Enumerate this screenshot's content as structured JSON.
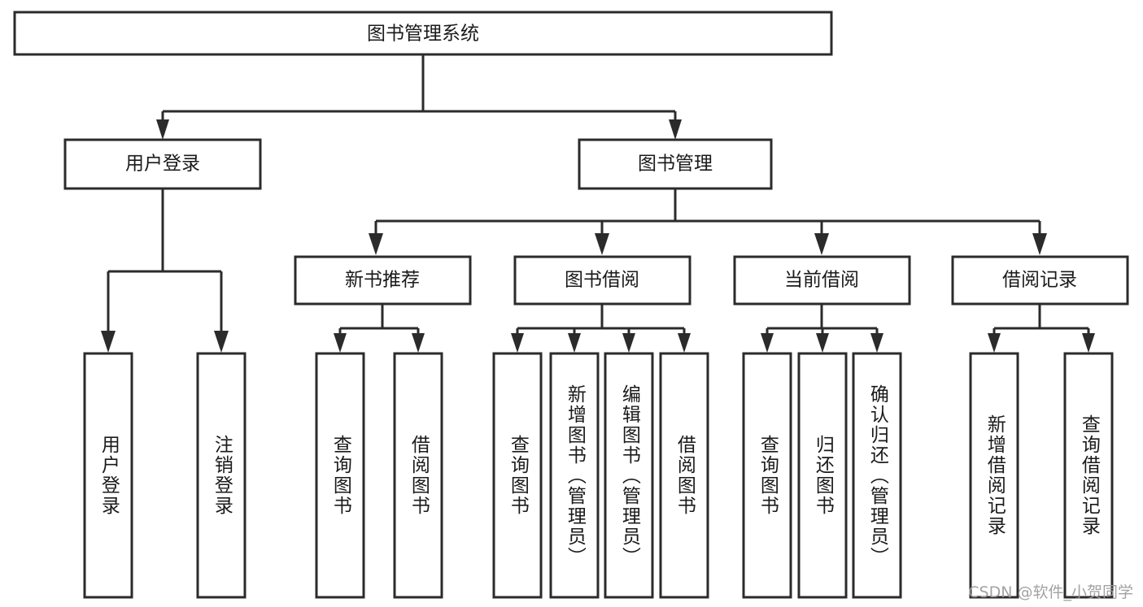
{
  "diagram": {
    "title": "图书管理系统",
    "type": "hierarchy-tree",
    "watermark": "CSDN @软件_小贺同学",
    "colors": {
      "box_stroke": "#2b2b2b",
      "box_fill": "#ffffff",
      "text": "#1a1a1a",
      "background": "#ffffff",
      "watermark": "#9b9b9b"
    },
    "root": {
      "label": "图书管理系统"
    },
    "level2": [
      {
        "label": "用户登录"
      },
      {
        "label": "图书管理"
      }
    ],
    "level3": [
      {
        "label": "新书推荐"
      },
      {
        "label": "图书借阅"
      },
      {
        "label": "当前借阅"
      },
      {
        "label": "借阅记录"
      }
    ],
    "leaves": {
      "user_login": [
        {
          "label": "用户登录"
        },
        {
          "label": "注销登录"
        }
      ],
      "new_book_recommend": [
        {
          "label": "查询图书"
        },
        {
          "label": "借阅图书"
        }
      ],
      "book_borrow": [
        {
          "label": "查询图书"
        },
        {
          "label": "新增图书（管理员）"
        },
        {
          "label": "编辑图书（管理员）"
        },
        {
          "label": "借阅图书"
        }
      ],
      "current_borrow": [
        {
          "label": "查询图书"
        },
        {
          "label": "归还图书"
        },
        {
          "label": "确认归还（管理员）"
        }
      ],
      "borrow_record": [
        {
          "label": "新增借阅记录"
        },
        {
          "label": "查询借阅记录"
        }
      ]
    }
  }
}
